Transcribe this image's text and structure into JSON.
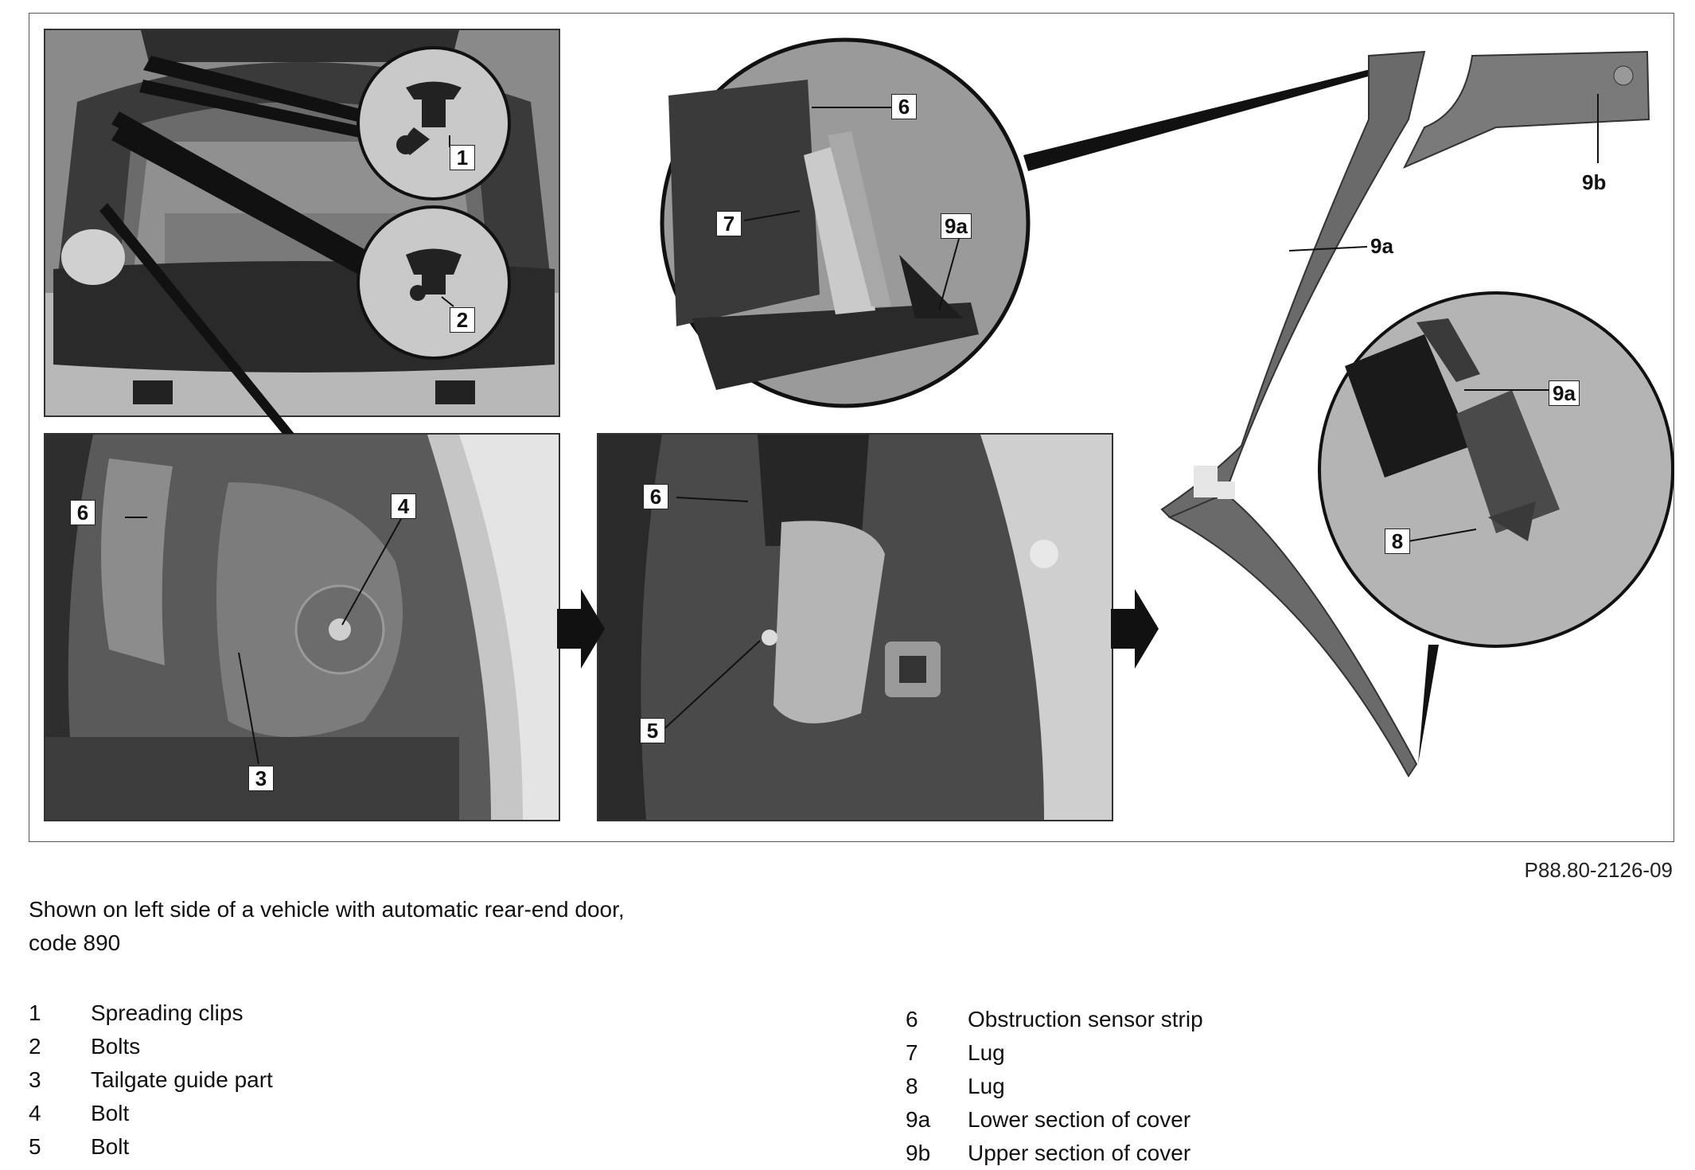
{
  "figure": {
    "code": "P88.80-2126-09",
    "callouts": {
      "c1": "1",
      "c2": "2",
      "c3": "3",
      "c4": "4",
      "c5": "5",
      "c6_panel_a": "6",
      "c6_panel_b": "6",
      "c6_detail": "6",
      "c7": "7",
      "c8": "8",
      "c9a_detail": "9a",
      "c9a_part": "9a",
      "c9a_zoom": "9a",
      "c9b": "9b"
    }
  },
  "caption": {
    "line1": "Shown on left side of a vehicle with automatic rear-end door,",
    "line2": "code 890"
  },
  "legend": {
    "left": [
      {
        "num": "1",
        "label": "Spreading clips"
      },
      {
        "num": "2",
        "label": "Bolts"
      },
      {
        "num": "3",
        "label": "Tailgate guide part"
      },
      {
        "num": "4",
        "label": "Bolt"
      },
      {
        "num": "5",
        "label": "Bolt"
      }
    ],
    "right": [
      {
        "num": "6",
        "label": "Obstruction sensor strip"
      },
      {
        "num": "7",
        "label": "Lug"
      },
      {
        "num": "8",
        "label": "Lug"
      },
      {
        "num": "9a",
        "label": "Lower section of cover"
      },
      {
        "num": "9b",
        "label": "Upper section of cover"
      }
    ]
  }
}
